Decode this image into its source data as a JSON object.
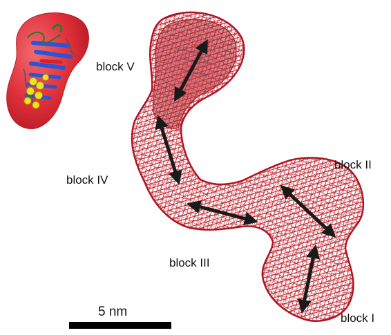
{
  "labels": {
    "block_1": "block I",
    "block_2": "block II",
    "block_3": "block III",
    "block_4": "block IV",
    "block_5": "block V"
  },
  "scale_bar": {
    "label": "5 nm"
  },
  "colors": {
    "mesh": "#b0121e",
    "mesh_fill": "#d8333d",
    "inset_surface": "#e0303a",
    "arrow": "#1a1a1a",
    "helix_blue": "#2a55d8",
    "strand_red": "#d8202a",
    "atom_yellow": "#f0e020"
  }
}
